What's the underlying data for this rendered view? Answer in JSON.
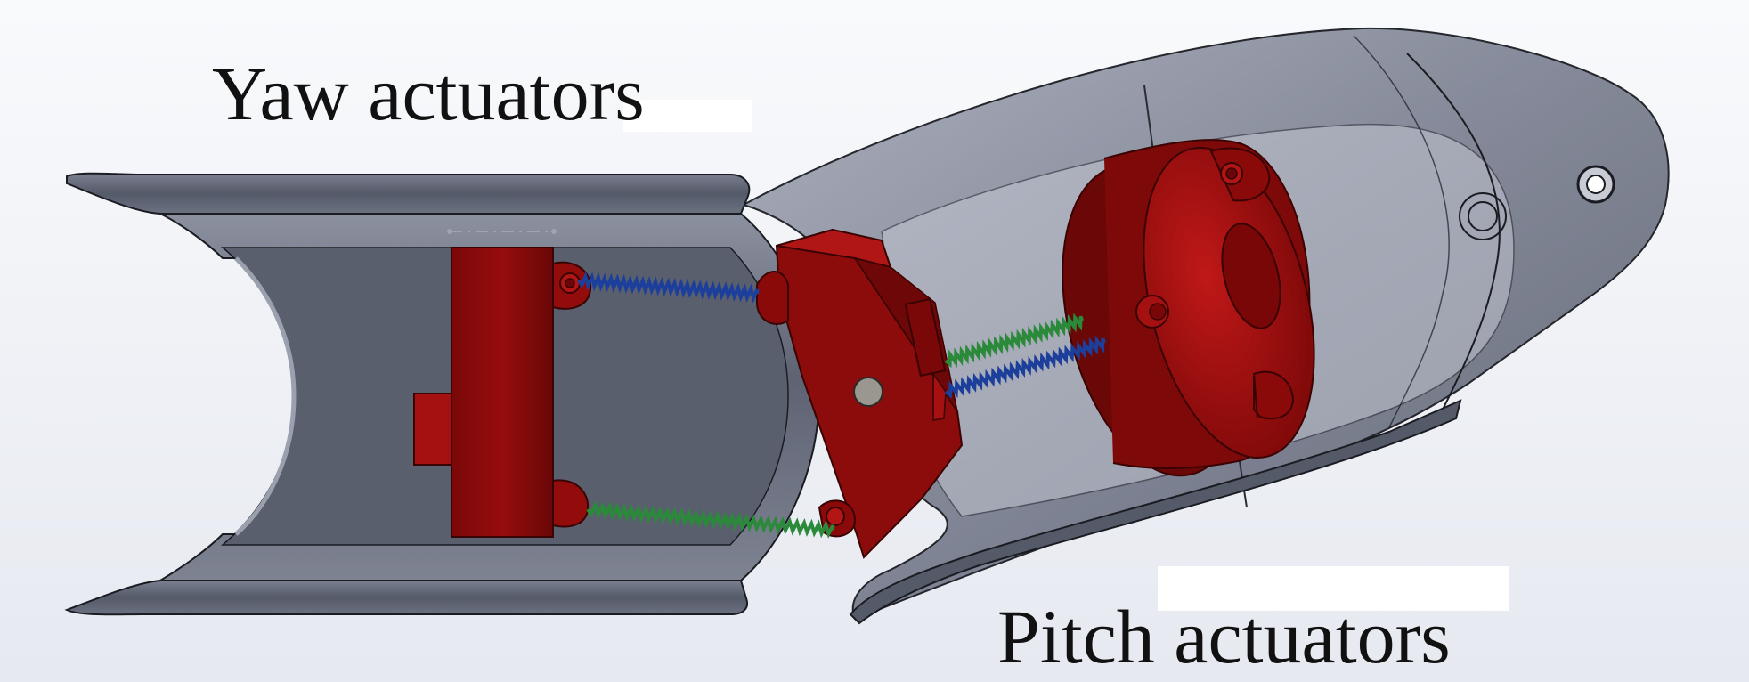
{
  "labels": {
    "yaw": "Yaw actuators",
    "pitch": "Pitch actuators"
  },
  "colors": {
    "background_top": "#f7f8fb",
    "background_bottom": "#e8ebf1",
    "shell_dark": "#4d5160",
    "shell_mid": "#6a6f7e",
    "shell_light": "#8b90a0",
    "shell_transparent": "#b9bdc9",
    "actuator_red": "#8e0b0b",
    "actuator_red_light": "#b51515",
    "actuator_red_dark": "#5c0606",
    "spring_blue": "#1c3f9c",
    "spring_green": "#2a8a3a",
    "pin_grey": "#9a9690",
    "outline": "#1a1c22"
  },
  "components": {
    "base_segment": "grey-shell",
    "middle_actuator_block": "red-block",
    "distal_segment": "transparent-shell",
    "disc_actuator": "red-disc",
    "springs": [
      "blue-spring",
      "green-spring",
      "green-spring",
      "blue-spring"
    ]
  }
}
